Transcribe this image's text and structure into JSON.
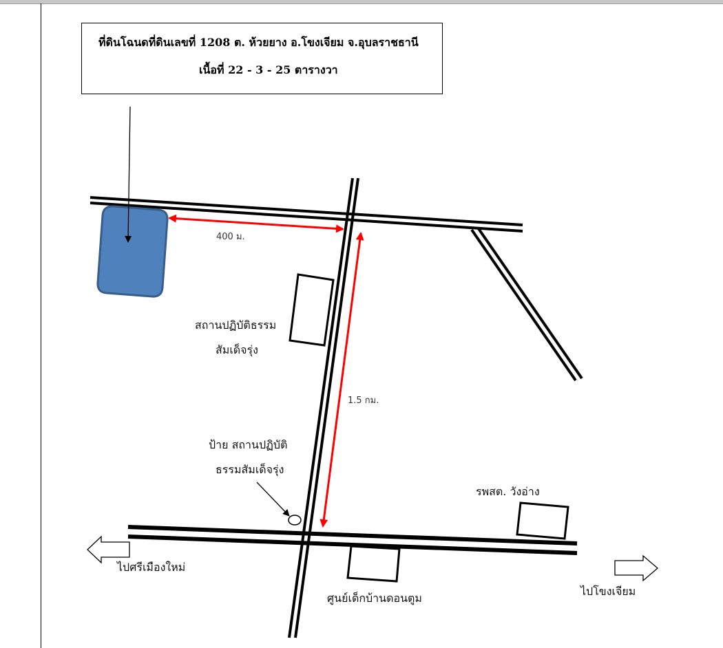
{
  "title": {
    "line1": "ที่ดินโฉนดที่ดินเลขที่ 1208   ต. ห้วยยาง   อ.โขงเจียม  จ.อุบลราชธานี",
    "line2": "เนื้อที่ 22  - 3  - 25 ตารางวา"
  },
  "labels": {
    "distance_400": "400 ม.",
    "distance_1_5": "1.5 กม.",
    "meditation_center_line1": "สถานปฏิบัติธรรม",
    "meditation_center_line2": "สัมเด็จรุ่ง",
    "sign_line1": "ป้าย สถานปฏิบัติ",
    "sign_line2": "ธรรมสัมเด็จรุ่ง",
    "health_center": "รพสต. วังอ่าง",
    "child_center": "ศูนย์เด็กบ้านดอนตูม",
    "to_left": "ไปศรีเมืองใหม่",
    "to_right": "ไปโขงเจียม"
  },
  "colors": {
    "land_plot": "#4f81bd",
    "land_plot_border": "#385d8a",
    "distance_arrow": "#ff0000",
    "road": "#000000"
  },
  "icons": {
    "left_arrow": "arrow-left-outline",
    "right_arrow": "arrow-right-outline"
  }
}
